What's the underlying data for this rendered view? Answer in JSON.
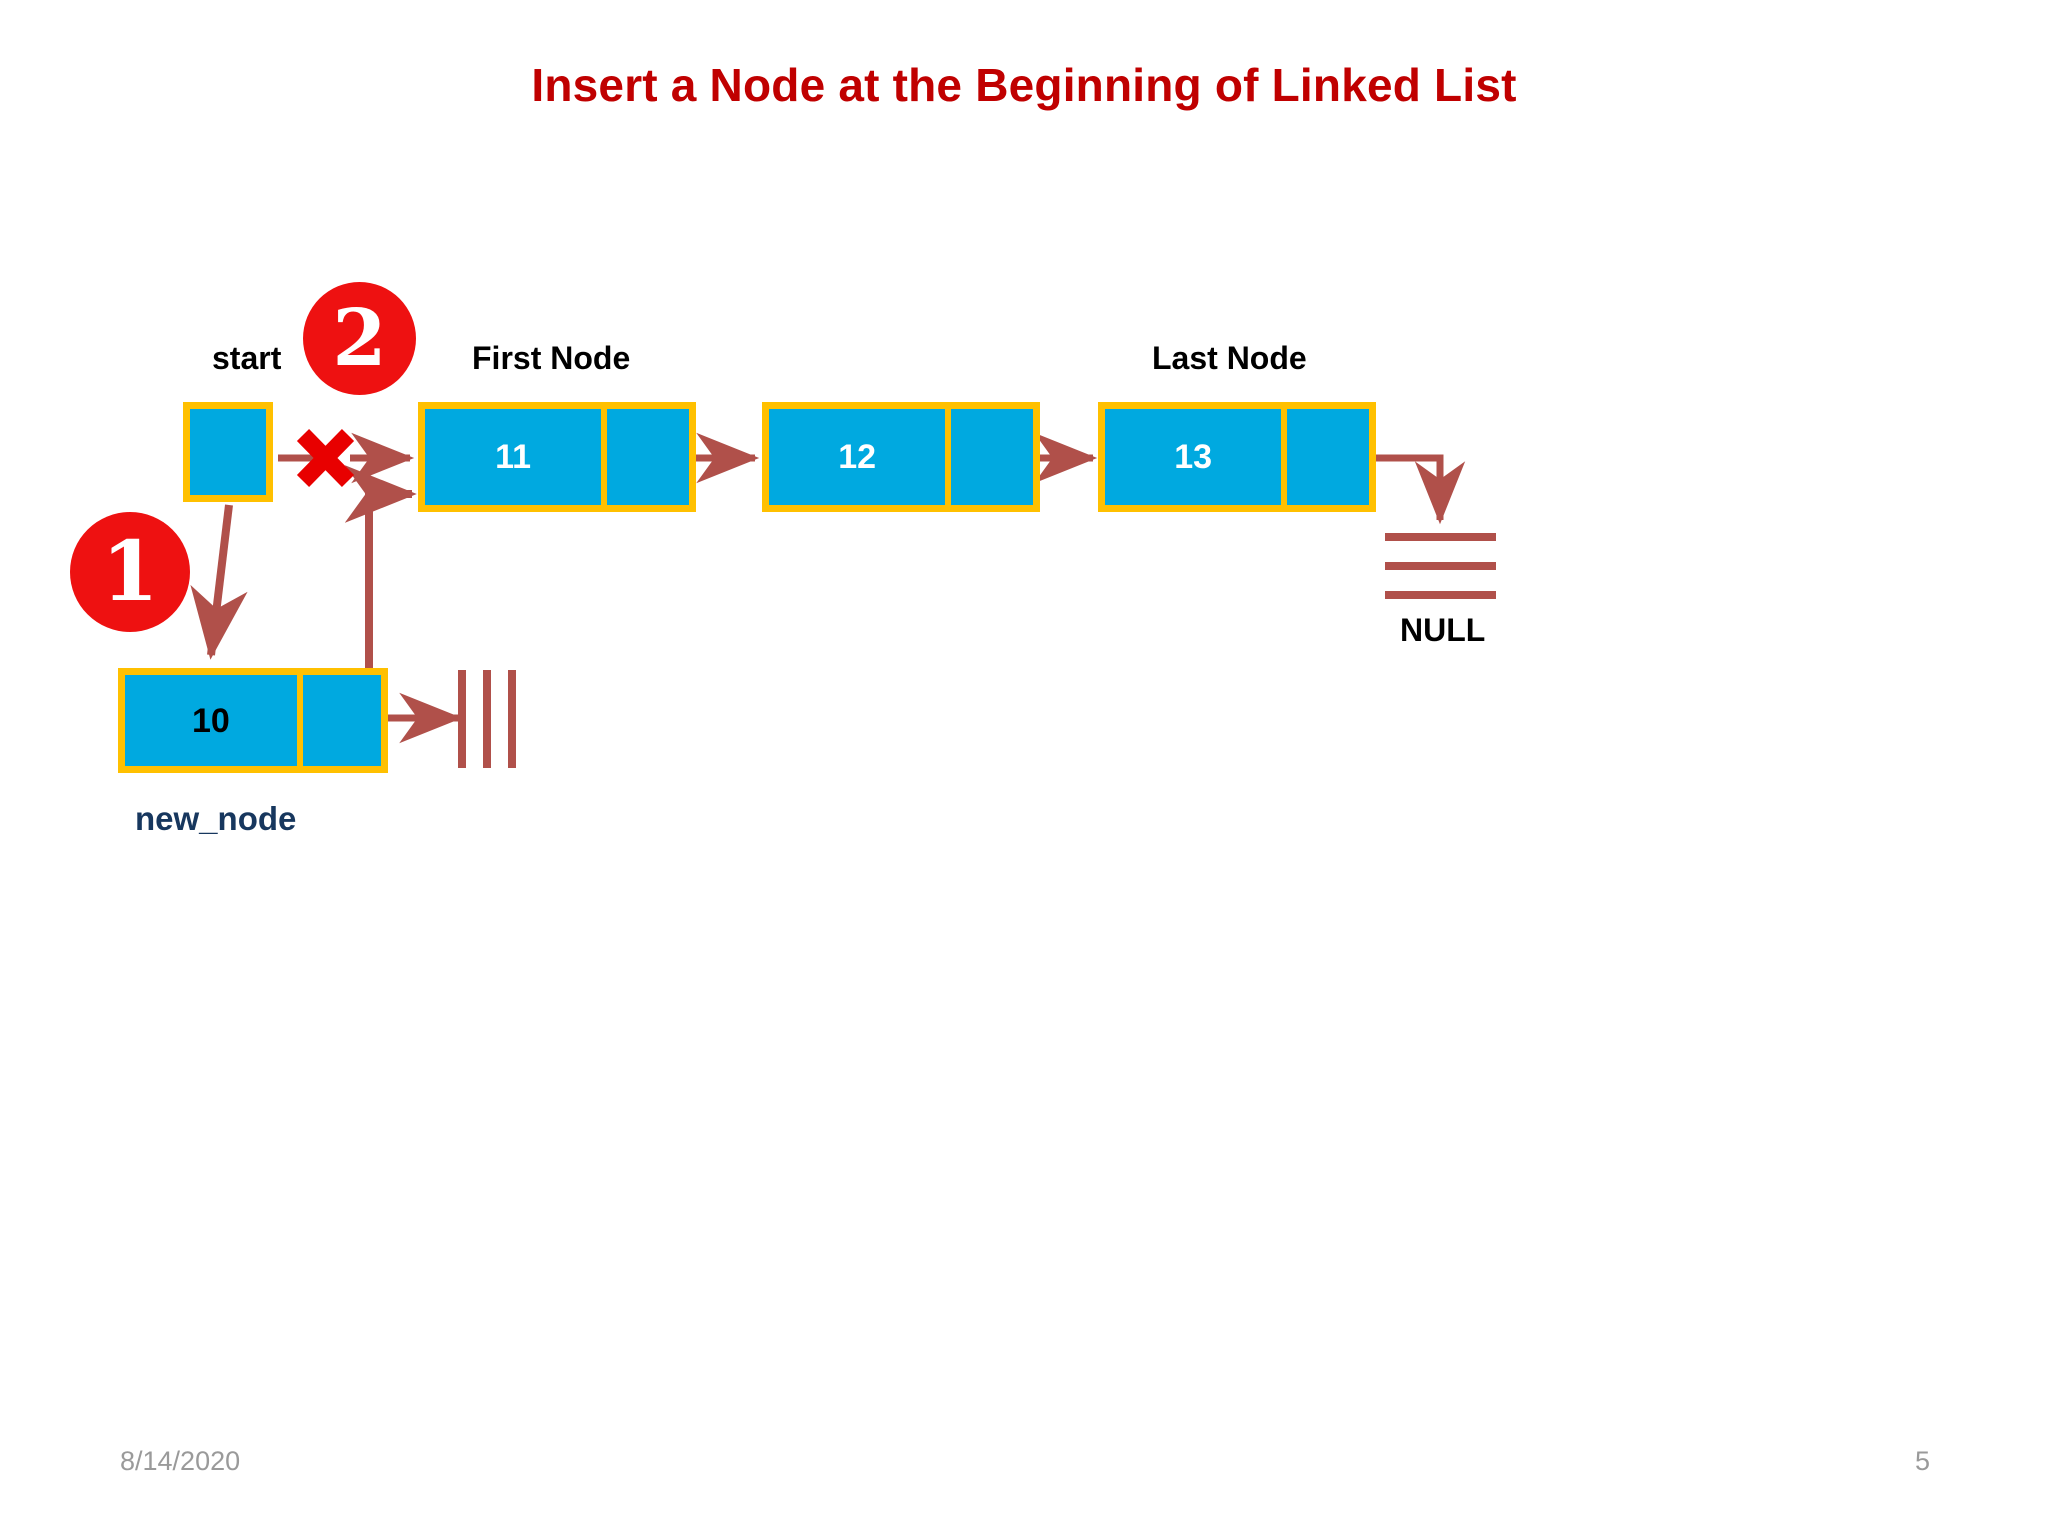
{
  "slide": {
    "title": "Insert a Node at the Beginning of Linked List",
    "title_color": "#C00000",
    "background": "#FFFFFF"
  },
  "palette": {
    "node_fill": "#00A9E0",
    "node_border": "#FFC000",
    "arrow": "#B0504A",
    "badge_red": "#EE1111",
    "cross_red": "#E80000",
    "label_navy": "#17375E",
    "footer_gray": "#9A9A9A"
  },
  "labels": {
    "start": "start",
    "first_node": "First Node",
    "last_node": "Last Node",
    "new_node": "new_node",
    "null": "NULL"
  },
  "badges": [
    {
      "id": "step-1",
      "text": "1"
    },
    {
      "id": "step-2",
      "text": "2"
    }
  ],
  "list": {
    "nodes": [
      {
        "value": "11",
        "label": "First Node",
        "value_color": "white"
      },
      {
        "value": "12",
        "label": "",
        "value_color": "white"
      },
      {
        "value": "13",
        "label": "Last Node",
        "value_color": "white"
      }
    ],
    "tail_terminator": "NULL"
  },
  "new_node": {
    "value": "10",
    "label": "new_node",
    "value_color": "black"
  },
  "icons": {
    "cross": "red-cross-icon",
    "null_ground_horizontal": "null-ground-horizontal-icon",
    "null_ground_vertical": "null-ground-vertical-icon"
  },
  "footer": {
    "date": "8/14/2020",
    "page_number": "5"
  }
}
